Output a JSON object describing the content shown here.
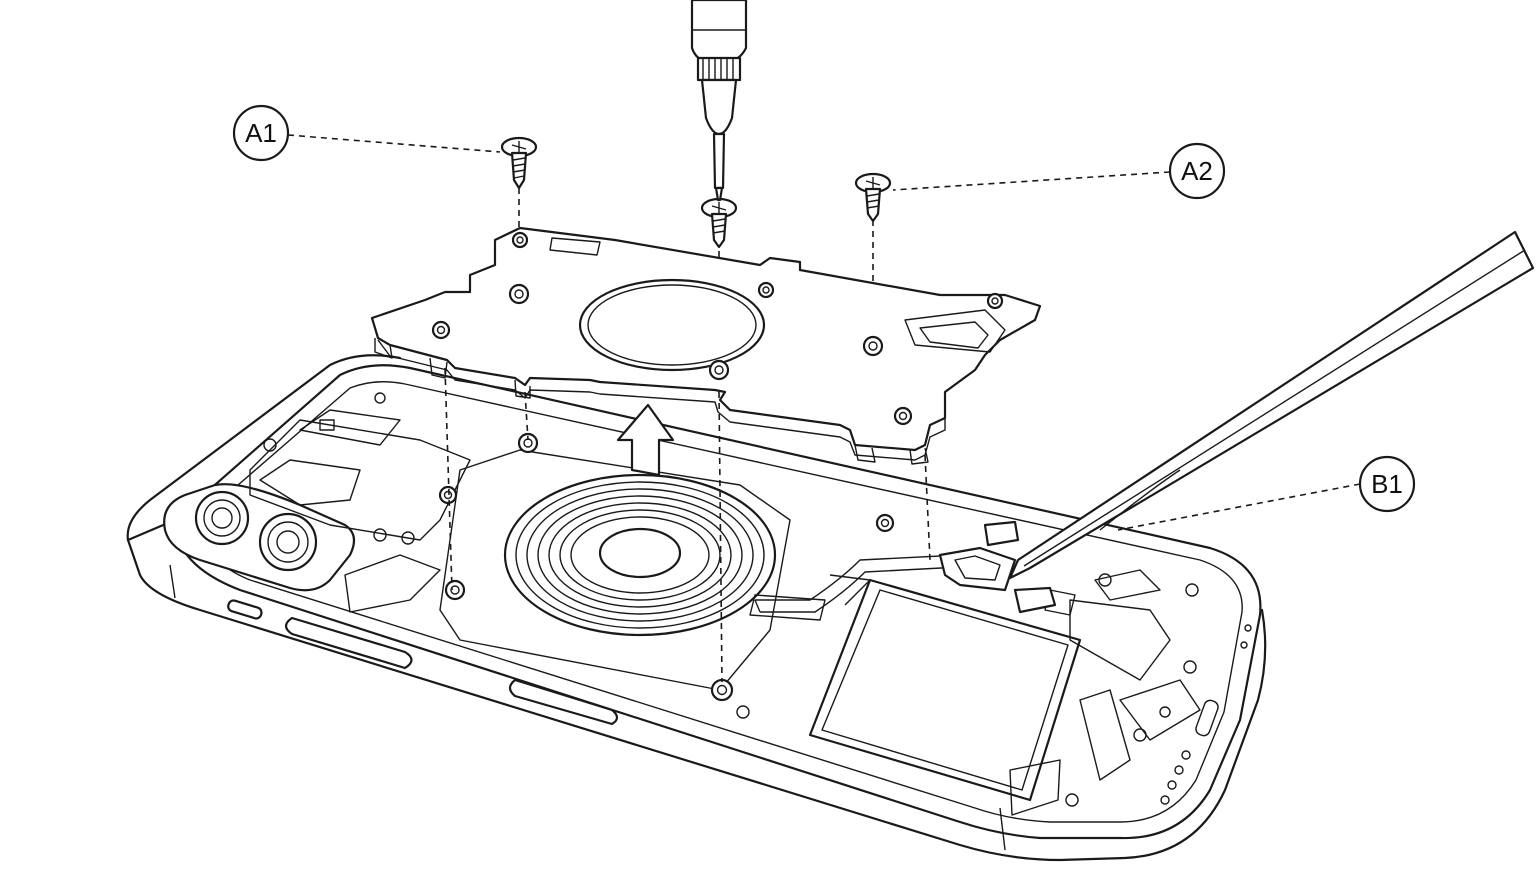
{
  "callouts": [
    {
      "id": "a1",
      "label": "A1"
    },
    {
      "id": "a2",
      "label": "A2"
    },
    {
      "id": "b1",
      "label": "B1"
    }
  ],
  "colors": {
    "line": "#1a1a1a",
    "background": "#ffffff"
  },
  "icons": [
    "screwdriver-icon",
    "screw-icon",
    "pry-tool-icon",
    "lift-arrow-icon"
  ]
}
